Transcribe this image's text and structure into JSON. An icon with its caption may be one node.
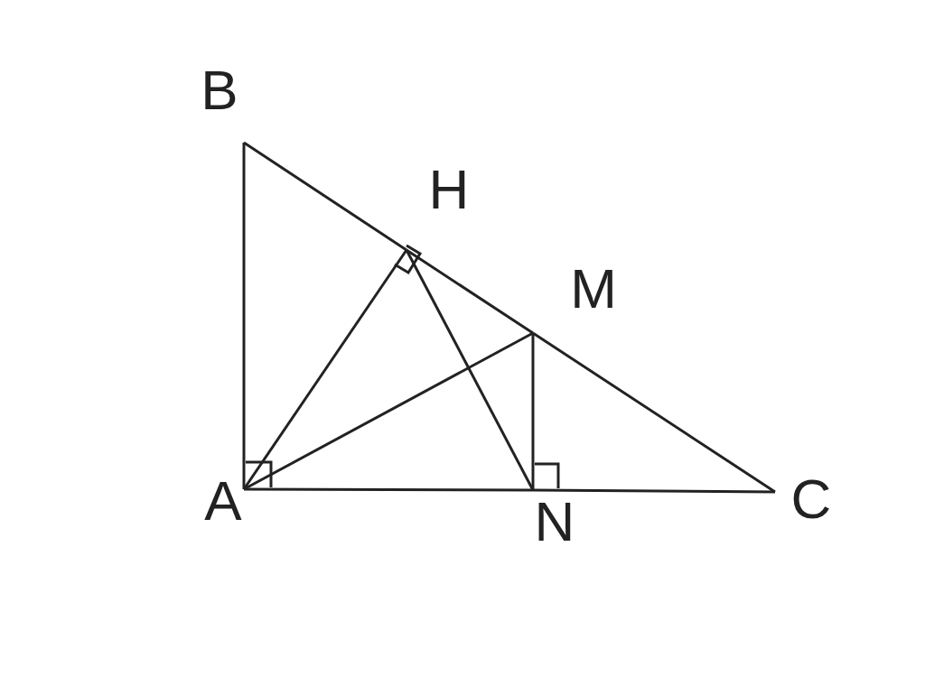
{
  "diagram": {
    "nodes": [
      {
        "text": [
          "B"
        ]
      },
      {
        "text": [
          "H"
        ]
      },
      {
        "text": [
          "M"
        ]
      },
      {
        "text": [
          "A"
        ]
      },
      {
        "text": [
          "N"
        ]
      },
      {
        "text": [
          "C"
        ]
      }
    ],
    "edges": [
      {
        "from": 0,
        "to": 1,
        "arrow": "none"
      },
      {
        "from": 1,
        "to": 2,
        "arrow": "none"
      },
      {
        "from": 2,
        "to": 5,
        "arrow": "none"
      },
      {
        "from": 3,
        "to": 0,
        "arrow": "none"
      },
      {
        "from": 3,
        "to": 4,
        "arrow": "none"
      },
      {
        "from": 4,
        "to": 5,
        "arrow": "none"
      },
      {
        "from": 3,
        "to": 1,
        "arrow": "none"
      },
      {
        "from": 3,
        "to": 2,
        "arrow": "none"
      },
      {
        "from": 1,
        "to": 4,
        "arrow": "none"
      },
      {
        "from": 2,
        "to": 4,
        "arrow": "none"
      }
    ]
  }
}
